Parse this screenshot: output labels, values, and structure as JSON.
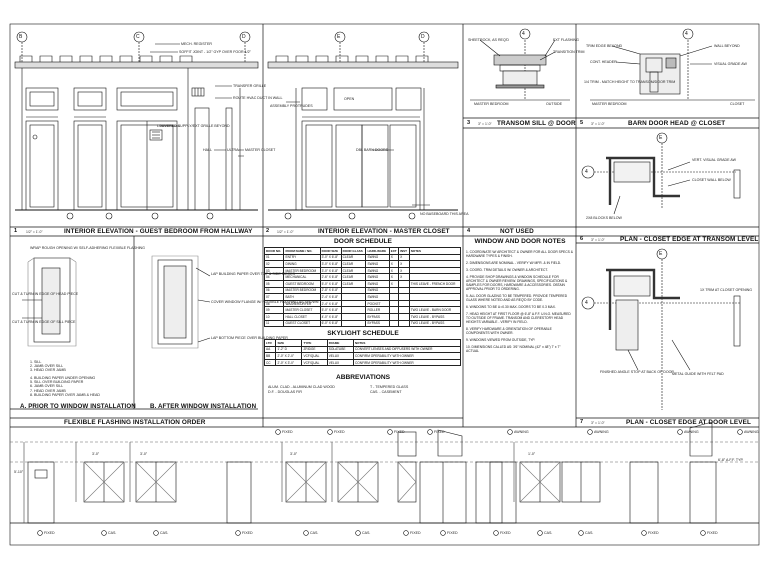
{
  "panels": {
    "p1": {
      "num": "1",
      "title": "INTERIOR ELEVATION - GUEST BEDROOM FROM HALLWAY",
      "scale": "1/2\" = 1'-0\""
    },
    "p2": {
      "num": "2",
      "title": "INTERIOR ELEVATION - MASTER CLOSET",
      "scale": "1/2\" = 1'-0\""
    },
    "p3": {
      "num": "3",
      "title": "TRANSOM SILL @ DOOR",
      "scale": "3\" = 1'-0\""
    },
    "p5": {
      "num": "5",
      "title": "BARN DOOR HEAD @ CLOSET",
      "scale": "3\" = 1'-0\""
    },
    "p4": {
      "num": "4",
      "title": "NOT USED"
    },
    "p6": {
      "num": "6",
      "title": "PLAN - CLOSET EDGE AT TRANSOM LEVEL",
      "scale": "3\" = 1'-0\""
    },
    "p7": {
      "num": "7",
      "title": "PLAN - CLOSET EDGE AT DOOR LEVEL",
      "scale": "3\" = 1'-0\""
    },
    "pa": {
      "title": "A. PRIOR TO WINDOW INSTALLATION"
    },
    "pb": {
      "title": "B. AFTER WINDOW INSTALLATION"
    },
    "flash": {
      "title": "FLEXIBLE FLASHING INSTALLATION ORDER"
    }
  },
  "grid_bubbles": {
    "p1": [
      "B",
      "C",
      "D"
    ],
    "p2": [
      "E",
      "D"
    ],
    "p3": [
      "4"
    ],
    "p5": [
      "4"
    ],
    "p6": [
      "E",
      "4"
    ],
    "p7": [
      "E",
      "4"
    ]
  },
  "labels": {
    "mech_register": "MECH. REGISTER",
    "soffit": "SOFFIT JOINT - 1/2\" GYP OVER FOOR 1/2\"",
    "transfer_grille": "TRANSFER GRILLE",
    "route_duct": "ROUTE HVAC DUCT IN WALL",
    "louvered": "LOUVERED SUPPLY/EXT GRILLE BEYOND",
    "hall": "HALL",
    "ultra": "ULTRA",
    "master_closet": "MASTER CLOSET",
    "open": "OPEN",
    "dbl_barn": "DBL BARN DOORS",
    "assembly": "ASSEMBLY PROTRUDES",
    "baseboard": "NO BASEBOARD THIS AREA",
    "sheetrock": "SHEETROCK, AS REQ'D",
    "ext_flashing": "EXT FLASHING",
    "transition": "TRANSITION TRIM",
    "master_bedroom": "MASTER BEDROOM",
    "outside": "OUTSIDE",
    "closet": "CLOSET",
    "trim_edge": "TRIM EDGE BEYOND",
    "wall_beyond": "WALL BEYOND",
    "cont_header": "CONT. HEADER",
    "visual_grade": "VISUAL GRADE AW",
    "hr_trim": "1/4 TRIM - MATCH HEIGHT TO TRANSOM/DOOR TRIM",
    "vert_visual": "VERT. VISUAL GRADE AW",
    "closet_wall": "CLOSET WALL BELOW",
    "2x8_blocks": "2X8 BLOCKS BELOW",
    "trim_closet": "1X TRIM AT CLOSET OPENING",
    "finished_angle": "FINISHED ANGLE STOP AT BACK OF DOOR",
    "metal_guide": "METAL GUIDE WITH FELT PAD",
    "weather_barrier": "WRAP ROUGH OPENING W/ SELF-ADHERING FLEXIBLE FLASHING",
    "cut_turn_head": "CUT & TURN IN EDGE OF HEAD PIECE",
    "cut_turn_sill": "CUT & TURN IN EDGE OF SILL PIECE",
    "lap_side": "LAP BUILDING PAPER OVER TOP & SIDE PIECES",
    "cover_flange": "COVER WINDOW FLANGE W/ FLEXIBLE FLASHING AS SHOWN",
    "lap_bottom": "LAP BOTTOM PIECE OVER BUILDING PAPER",
    "steps_a": "1. SILL\n2. JAMB OVER SILL\n3. HEAD OVER JAMB",
    "steps_b": "4. BUILDING PAPER UNDER OPENING\n5. SILL OVER BUILDING PAPER\n6. JAMB OVER SILL\n7. HEAD OVER JAMB\n8. BUILDING PAPER OVER JAMB & HEAD"
  },
  "door_schedule": {
    "title": "DOOR SCHEDULE",
    "headers": [
      "DOOR NO.",
      "ROOM NAME / NO.",
      "DOOR SIZE",
      "DOOR GLASS",
      "HARD-WARE",
      "EXT",
      "INST",
      "NOTES"
    ],
    "rows": [
      [
        "01",
        "ENTRY",
        "3'-0\" X 6'-8\"",
        "CLEAR",
        "SWING",
        "X",
        "X",
        ""
      ],
      [
        "02",
        "DINING",
        "3'-0\" X 6'-8\"",
        "CLEAR",
        "SWING",
        "X",
        "X",
        ""
      ],
      [
        "03",
        "MASTER BEDROOM",
        "3'-0\" X 6'-8\"",
        "CLEAR",
        "SWING",
        "X",
        "X",
        ""
      ],
      [
        "04",
        "MECHANICAL",
        "2'-6\" X 6'-8\"",
        "CLEAR",
        "SWING",
        "X",
        "X",
        ""
      ],
      [
        "05",
        "GUEST BEDROOM",
        "5'-0\" X 6'-8\"",
        "CLEAR",
        "SWING",
        "X",
        "",
        "THIS LEAVE - FRENCH DOOR"
      ],
      [
        "06",
        "MASTER BEDROOM",
        "2'-8\" X 6'-8\"",
        "",
        "SWING",
        "",
        "",
        ""
      ],
      [
        "07",
        "BATH",
        "2'-4\" X 6'-8\"",
        "",
        "SWING",
        "",
        "",
        ""
      ],
      [
        "08",
        "WASHER/DRYER",
        "2'-4\" X 6'-8\"",
        "",
        "POCKET",
        "",
        "",
        ""
      ],
      [
        "09",
        "MASTER CLOSET",
        "5'-0\" X 6'-8\"",
        "",
        "ROLLER",
        "",
        "",
        "TWO LEAVE - BARN DOOR"
      ],
      [
        "10",
        "HALL CLOSET",
        "4'-0\" X 6'-8\"",
        "",
        "BYPASS",
        "",
        "",
        "TWO LEAVE - BYPASS"
      ],
      [
        "11",
        "GUEST CLOSET",
        "6'-0\" X 6'-8\"",
        "",
        "BYPASS",
        "",
        "",
        "TWO LEAVE - BYPASS"
      ]
    ]
  },
  "skylight_schedule": {
    "title": "SKYLIGHT SCHEDULE",
    "headers": [
      "LTR",
      "SIZE",
      "TYPE",
      "FRAME",
      "NOTES"
    ],
    "rows": [
      [
        "AA",
        "1'-2\" D",
        "ZRIDGE",
        "SOLATUBE",
        "CONVERT LENSES AND DIFFUSERS WITH OWNER"
      ],
      [
        "BB",
        "2'-0\" X 2'-0\"",
        "VCF/QUAL",
        "VELUX",
        "CONFIRM OPERABILITY WITH OWNER"
      ],
      [
        "CC",
        "2'-0\" X 3'-0\"",
        "VCF/QUAL",
        "VELUX",
        "CONFIRM OPERABILITY WITH OWNER"
      ]
    ]
  },
  "abbreviations": {
    "title": "ABBREVIATIONS",
    "items": [
      "ALUM. CLAD - ALUMINUM CLAD WOOD",
      "D.F. - DOUGLAS FIR",
      "T - TEMPERED GLASS",
      "CAS. - CASEMENT"
    ]
  },
  "window_notes": {
    "title": "WINDOW AND DOOR NOTES",
    "items": [
      "1. COORDINATE W/ ARCHITECT & OWNER FOR ALL DOOR SPECS & HARDWARE TYPES & FINISH.",
      "2. DIMENSIONS ARE NOMINAL - VERIFY W/ MFR. & IN FIELD.",
      "3. COORD. TRIM DETAILS W/ OWNER & ARCHITECT.",
      "4. PROVIDE SHOP DRAWINGS & WINDOW SCHEDULE FOR ARCHITECT & OWNER REVIEW. DRAWINGS, SPECIFICATIONS & SAMPLES FOR DOORS, HARDWARE & ACCESSORIES. OBTAIN APPROVAL PRIOR TO ORDERING.",
      "5. ALL DOOR GLAZING TO BE TEMPERED. PROVIDE TEMPERED GLASS WHERE NOTED AND AS REQ'D BY CODE.",
      "6. WINDOWS TO BE U=0.30 MAX. DOORS TO BE 0.3 MAX.",
      "7. HEAD HEIGHT AT FIRST FLOOR @ 6'-8\" A.F.F. U.N.O. MEASURED TO OUTSIDE OF FRAME. TRANSOM AND CLERESTORY HEAD HEIGHTS VARIABLE - VERIFY IN FIELD.",
      "8. VERIFY HARDWARE & ORIENTATION OF OPERABLE COMPONENTS WITH OWNER.",
      "9. WINDOWS VIEWED FROM OUTSIDE, TYP.",
      "10. DIMENSIONS CALLED AS: 3'6\" NOMINAL (42\" x 48\") 7' x 7\" ACTUAL"
    ]
  },
  "elevations": {
    "types": [
      "FIXED",
      "CAS.",
      "AWNING"
    ],
    "dims": [
      "5'-10\"",
      "1'-0\"",
      "3'-0\"",
      "6'-8\" A.F.F. TYP."
    ]
  }
}
